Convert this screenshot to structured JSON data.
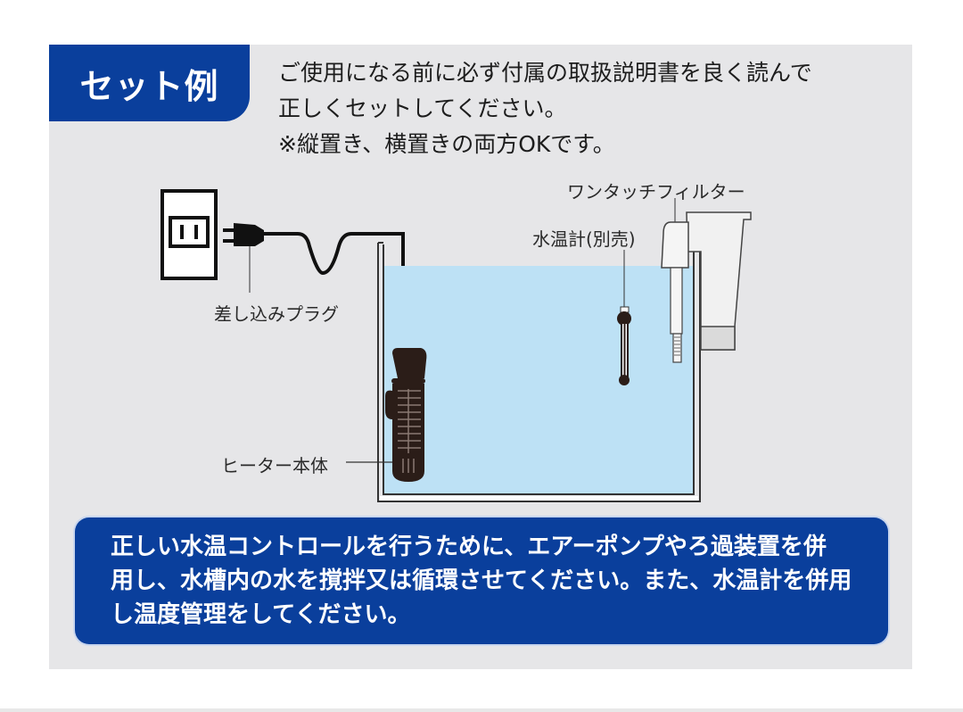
{
  "header": {
    "title": "セット例"
  },
  "intro": {
    "lines": [
      "ご使用になる前に必ず付属の取扱説明書を良く読んで",
      "正しくセットしてください。",
      "※縦置き、横置きの両方OKです。"
    ]
  },
  "diagram": {
    "labels": {
      "plug": "差し込みプラグ",
      "filter": "ワンタッチフィルター",
      "thermometer": "水温計(別売)",
      "heater": "ヒーター本体"
    },
    "colors": {
      "water": "#bde1f5",
      "heater": "#2b1d18",
      "accent": "#0a3f9c",
      "panel": "#e6e6e8"
    }
  },
  "note": {
    "lines": [
      "正しい水温コントロールを行うために、エアーポンプやろ過装置を併",
      "用し、水槽内の水を撹拌又は循環させてください。また、水温計を併用",
      "し温度管理をしてください。"
    ]
  }
}
